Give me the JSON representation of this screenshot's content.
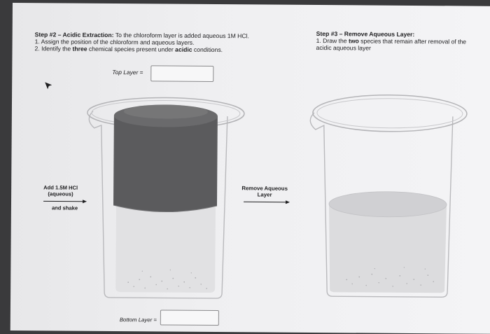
{
  "step2": {
    "title_bold": "Step #2 – Acidic Extraction:",
    "title_rest": " To the chloroform layer is added aqueous 1M HCl.",
    "line1": "1. Assign the position of the chloroform and aqueous layers.",
    "line2_a": "2. Identify the ",
    "line2_b": "three",
    "line2_c": " chemical species present under ",
    "line2_d": "acidic",
    "line2_e": " conditions."
  },
  "step3": {
    "title": "Step #3 – Remove Aqueous Layer:",
    "line1_a": "1. Draw the ",
    "line1_b": "two",
    "line1_c": " species that remain after removal of the",
    "line2": "acidic aqueous layer"
  },
  "labels": {
    "top_layer": "Top Layer =",
    "bottom_layer": "Bottom Layer =",
    "add_line1": "Add 1.5M HCl",
    "add_line2": "(aqueous)",
    "and_shake": "and shake",
    "remove_line1": "Remove Aqueous",
    "remove_line2": "Layer"
  },
  "inputs": {
    "top_layer_value": "",
    "bottom_layer_value": ""
  },
  "colors": {
    "dark_layer": "#5b5b5d",
    "light_layer": "#d6d6d8",
    "beaker_outline": "#b9b9bc"
  }
}
